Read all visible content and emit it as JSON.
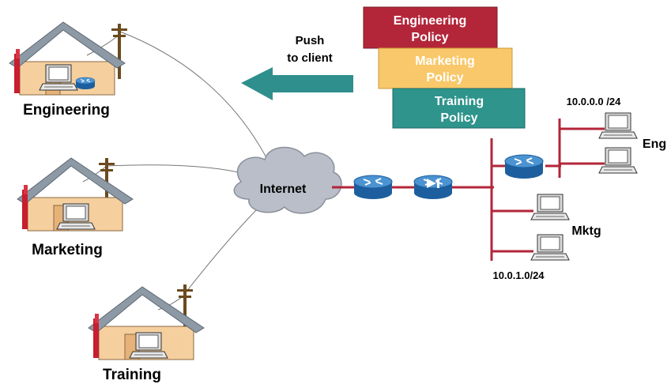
{
  "sites": {
    "engineering": "Engineering",
    "marketing": "Marketing",
    "training": "Training"
  },
  "cloud": "Internet",
  "push": {
    "line1": "Push",
    "line2": "to client"
  },
  "policies": [
    {
      "line1": "Engineering",
      "line2": "Policy",
      "color": "#b3263a"
    },
    {
      "line1": "Marketing",
      "line2": "Policy",
      "color": "#f9c86a"
    },
    {
      "line1": "Training",
      "line2": "Policy",
      "color": "#2e948c"
    }
  ],
  "networks": {
    "eng_subnet": "10.0.0.0 /24",
    "mktg_subnet": "10.0.1.0/24"
  },
  "groups": {
    "eng": "Eng",
    "mktg": "Mktg"
  },
  "colors": {
    "wan_link": "#b3263a",
    "lan": "#b3263a",
    "cloud": "#b9bec8",
    "arrow": "#2f8f8c",
    "router": "#2b6fb3"
  }
}
